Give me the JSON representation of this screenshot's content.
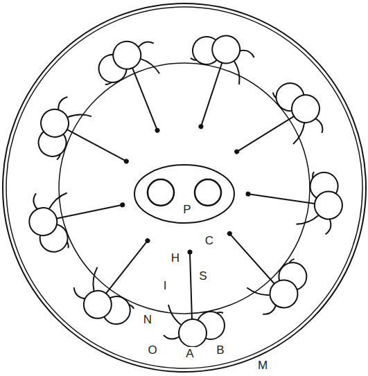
{
  "diagram": {
    "labels": [
      "P",
      "C",
      "H",
      "S",
      "I",
      "N",
      "O",
      "A",
      "B",
      "M"
    ]
  }
}
